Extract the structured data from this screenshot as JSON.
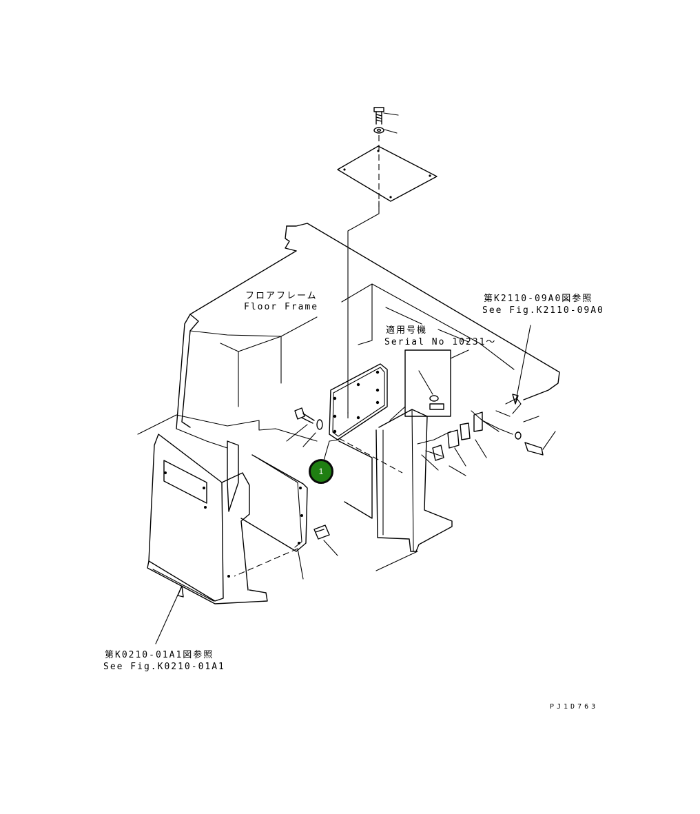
{
  "labels": {
    "floor_frame_jp": "フロアフレーム",
    "floor_frame_en": "Floor Frame",
    "serial_jp": "適用号機",
    "serial_en": "Serial No 10231～",
    "ref_right_jp": "第K2110-09A0図参照",
    "ref_right_en": "See Fig.K2110-09A0",
    "ref_left_jp": "第K0210-01A1図参照",
    "ref_left_en": "See Fig.K0210-01A1",
    "drawing_code": "PJ1D763"
  },
  "callouts": [
    {
      "label": "1",
      "color": "#1f7f12"
    }
  ]
}
